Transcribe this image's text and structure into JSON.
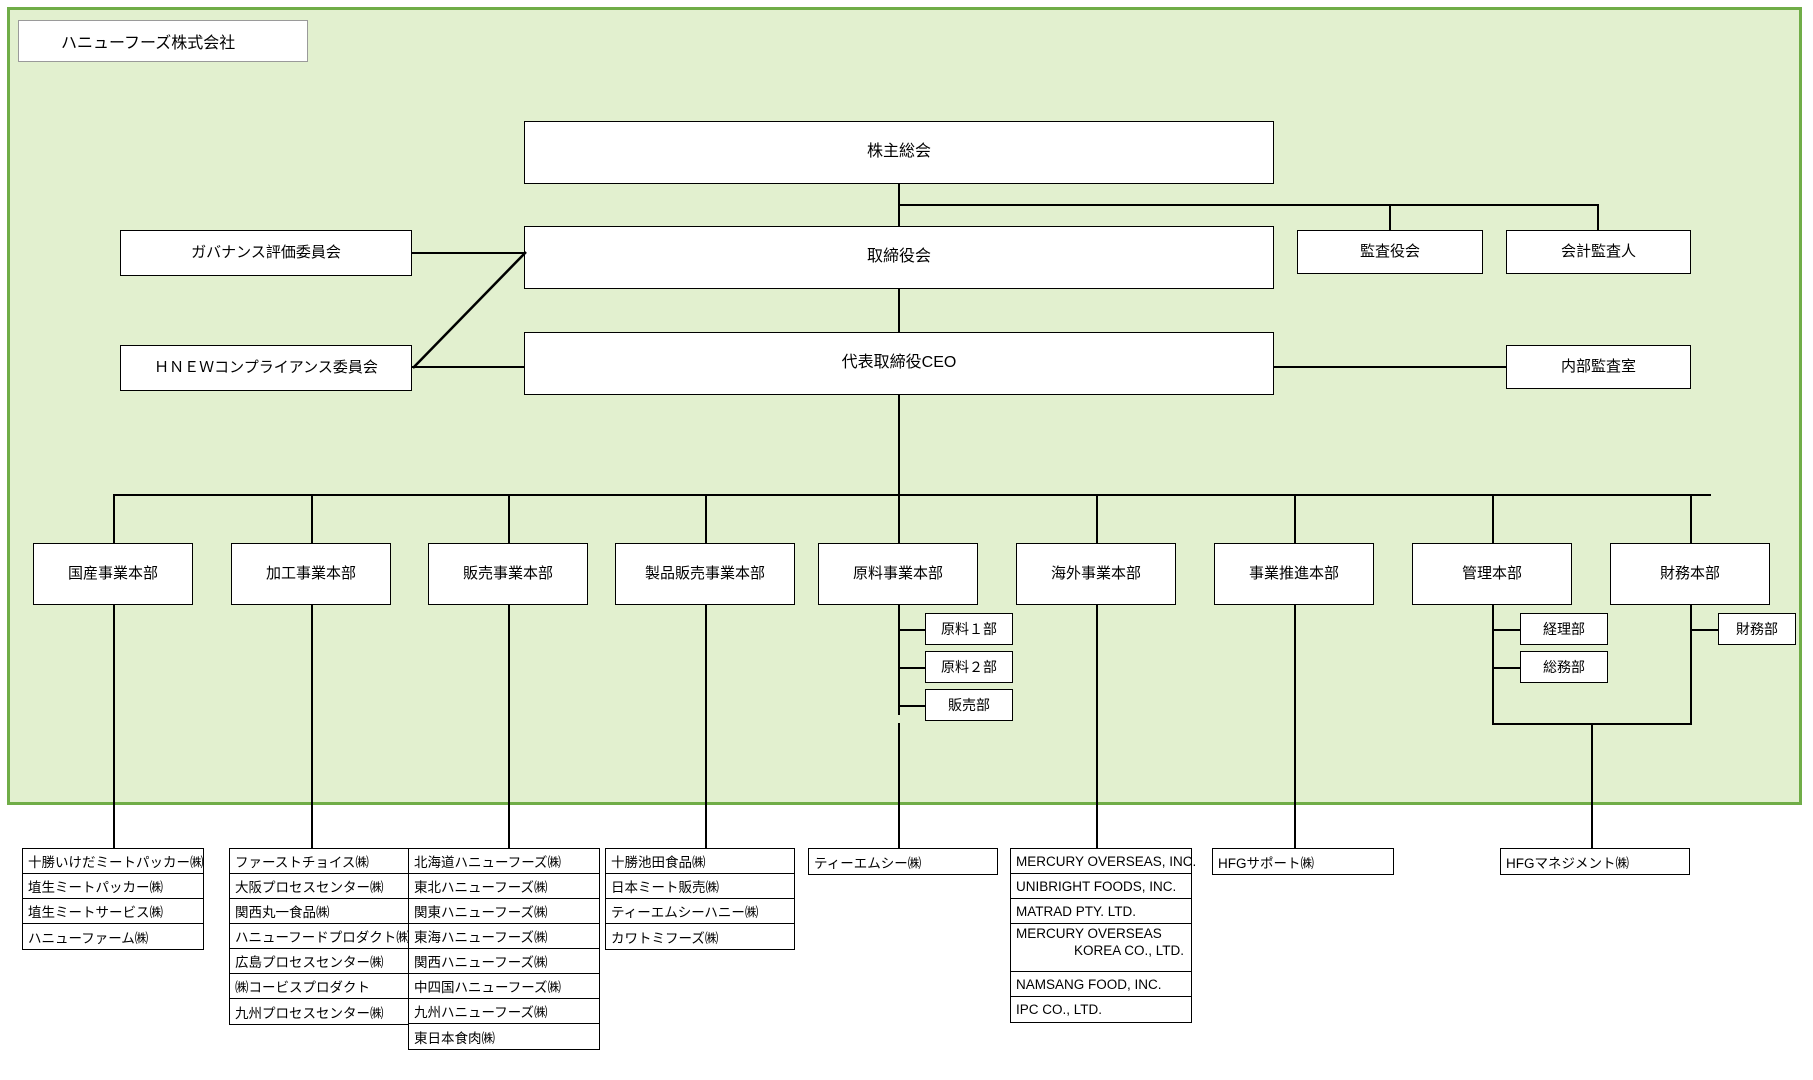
{
  "company": {
    "name": "ハニューフーズ株式会社"
  },
  "top": {
    "shareholders_meeting": "株主総会",
    "board_of_directors": "取締役会",
    "ceo": "代表取締役CEO",
    "governance_committee": "ガバナンス評価委員会",
    "compliance_committee": "ＨＮＥＷコンプライアンス委員会",
    "audit_board": "監査役会",
    "accounting_auditor": "会計監査人",
    "internal_audit_office": "内部監査室"
  },
  "divisions": [
    {
      "name": "国産事業本部"
    },
    {
      "name": "加工事業本部"
    },
    {
      "name": "販売事業本部"
    },
    {
      "name": "製品販売事業本部"
    },
    {
      "name": "原料事業本部"
    },
    {
      "name": "海外事業本部"
    },
    {
      "name": "事業推進本部"
    },
    {
      "name": "管理本部"
    },
    {
      "name": "財務本部"
    }
  ],
  "departments": {
    "raw_material": [
      "原料１部",
      "原料２部",
      "販売部"
    ],
    "management": [
      "経理部",
      "総務部"
    ],
    "finance": [
      "財務部"
    ]
  },
  "subsidiaries": {
    "domestic": [
      "十勝いけだミートパッカー㈱",
      "埴生ミートパッカー㈱",
      "埴生ミートサービス㈱",
      "ハニューファーム㈱"
    ],
    "processing": [
      "ファーストチョイス㈱",
      "大阪プロセスセンター㈱",
      "関西丸一食品㈱",
      "ハニューフードプロダクト㈱",
      "広島プロセスセンター㈱",
      "㈱コービスプロダクト",
      "九州プロセスセンター㈱"
    ],
    "sales": [
      "北海道ハニューフーズ㈱",
      "東北ハニューフーズ㈱",
      "関東ハニューフーズ㈱",
      "東海ハニューフーズ㈱",
      "関西ハニューフーズ㈱",
      "中四国ハニューフーズ㈱",
      "九州ハニューフーズ㈱",
      "東日本食肉㈱"
    ],
    "product_sales": [
      "十勝池田食品㈱",
      "日本ミート販売㈱",
      "ティーエムシーハニー㈱",
      "カワトミフーズ㈱"
    ],
    "raw_material": [
      "ティーエムシー㈱"
    ],
    "overseas": [
      {
        "line1": "MERCURY OVERSEAS, INC.",
        "line2": ""
      },
      {
        "line1": "UNIBRIGHT FOODS, INC.",
        "line2": ""
      },
      {
        "line1": "MATRAD PTY. LTD.",
        "line2": ""
      },
      {
        "line1": "MERCURY OVERSEAS",
        "line2": "KOREA CO., LTD."
      },
      {
        "line1": "NAMSANG FOOD, INC.",
        "line2": ""
      },
      {
        "line1": "IPC CO., LTD.",
        "line2": ""
      }
    ],
    "business_promotion": [
      "HFGサポート㈱"
    ],
    "management": [
      "HFGマネジメント㈱"
    ]
  },
  "colors": {
    "panel_fill": "#e2f0cf",
    "panel_border": "#70ad47",
    "line": "#000000",
    "box_fill": "#ffffff"
  }
}
